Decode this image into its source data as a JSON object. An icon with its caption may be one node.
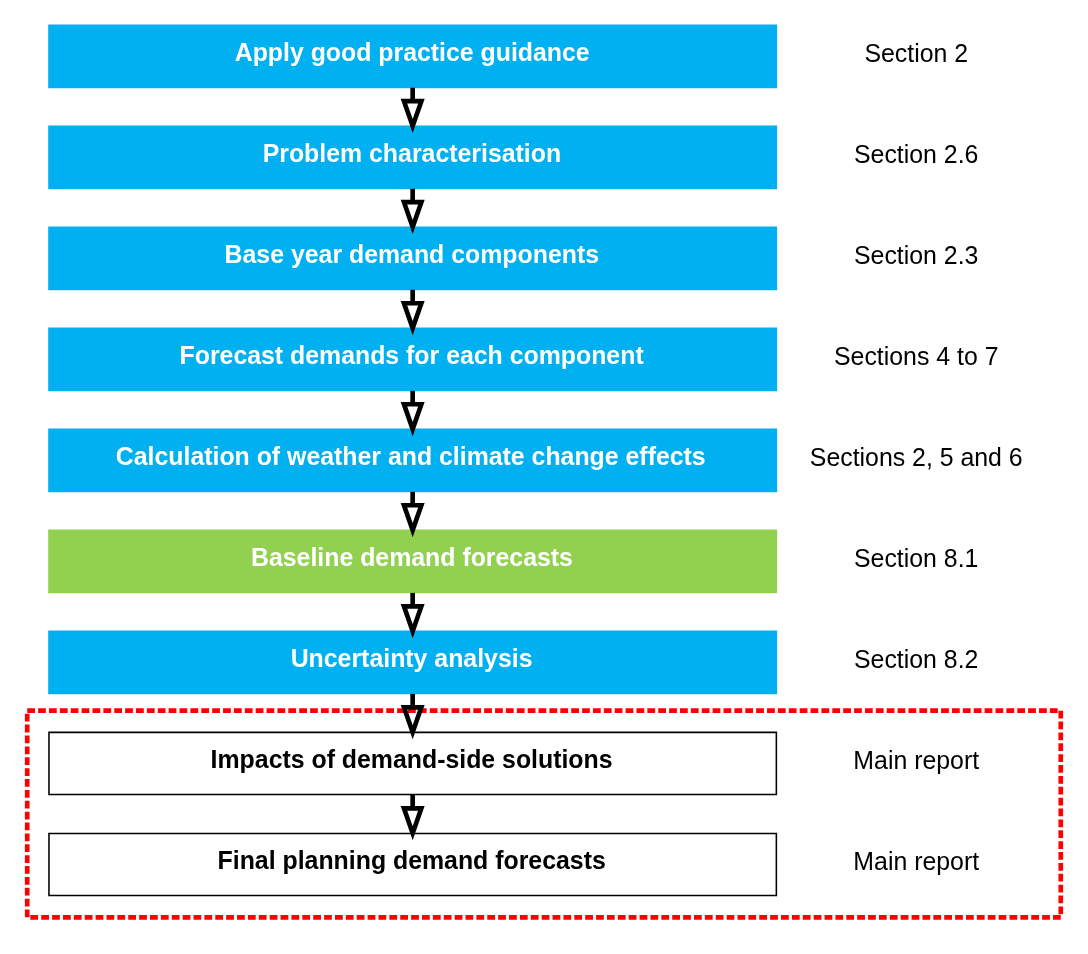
{
  "diagram": {
    "nodes": [
      {
        "text": [
          "Apply good practice guidance"
        ],
        "beside": [
          "Section 2"
        ]
      },
      {
        "text": [
          "Problem characterisation"
        ],
        "beside": [
          "Section 2.6"
        ]
      },
      {
        "text": [
          "Base year demand components"
        ],
        "beside": [
          "Section 2.3"
        ]
      },
      {
        "text": [
          "Forecast demands for each component"
        ],
        "beside": [
          "Sections 4 to 7"
        ]
      },
      {
        "text": [
          "Calculation of weather and climate change effects"
        ],
        "beside": [
          "Sections 2, 5 and 6"
        ]
      },
      {
        "text": [
          "Baseline demand forecasts"
        ],
        "beside": [
          "Section 8.1"
        ]
      },
      {
        "text": [
          "Uncertainty analysis"
        ],
        "beside": [
          "Section 8.2"
        ]
      },
      {
        "text": [],
        "shape": "box"
      },
      {
        "text": [
          "Impacts of demand-side solutions"
        ],
        "in": 7,
        "beside": [
          "Main report"
        ]
      },
      {
        "text": [
          "Final planning demand forecasts"
        ],
        "in": 7,
        "beside": [
          "Main report"
        ]
      }
    ],
    "edges": [
      {
        "from": 0,
        "to": 1,
        "arrow": "to"
      },
      {
        "from": 1,
        "to": 2,
        "arrow": "to"
      },
      {
        "from": 2,
        "to": 3,
        "arrow": "to"
      },
      {
        "from": 3,
        "to": 4,
        "arrow": "to"
      },
      {
        "from": 4,
        "to": 5,
        "arrow": "to"
      },
      {
        "from": 5,
        "to": 6,
        "arrow": "to"
      },
      {
        "from": 6,
        "to": 8,
        "arrow": "to"
      },
      {
        "from": 8,
        "to": 9,
        "arrow": "to"
      }
    ]
  }
}
